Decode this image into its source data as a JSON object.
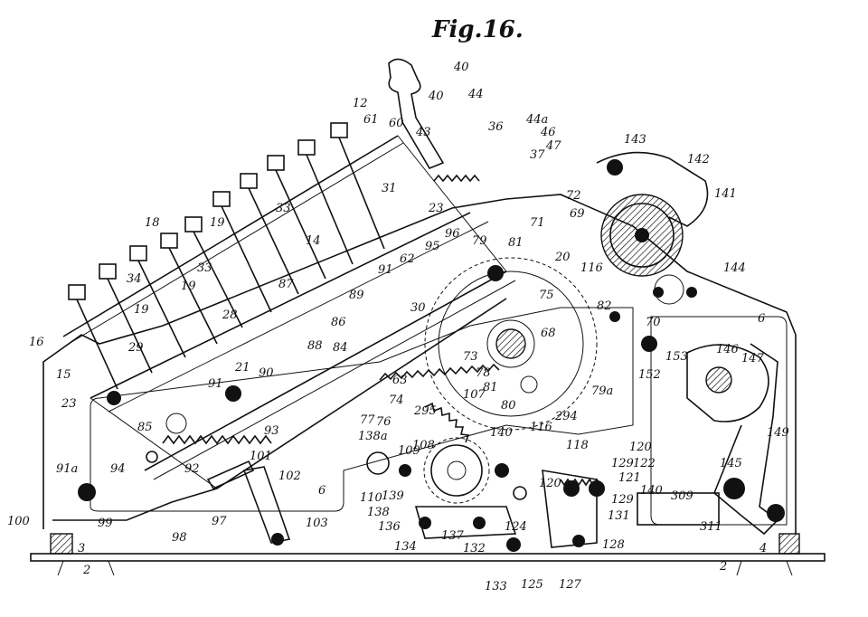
{
  "figure": {
    "title": "Fig.16."
  },
  "reference_numerals": [
    "40",
    "40",
    "44",
    "44a",
    "46",
    "47",
    "36",
    "37",
    "43",
    "12",
    "61",
    "60",
    "143",
    "142",
    "141",
    "18",
    "19",
    "19",
    "33",
    "33",
    "14",
    "34",
    "72",
    "71",
    "69",
    "79",
    "81",
    "20",
    "116",
    "144",
    "62",
    "95",
    "96",
    "23",
    "31",
    "89",
    "91",
    "30",
    "82",
    "75",
    "68",
    "70",
    "153",
    "6",
    "146",
    "147",
    "16",
    "15",
    "29",
    "19",
    "28",
    "21",
    "87",
    "86",
    "88",
    "84",
    "73",
    "78",
    "81",
    "79a",
    "152",
    "149",
    "23",
    "91",
    "90",
    "85",
    "93",
    "77",
    "76",
    "74",
    "63",
    "107",
    "80",
    "294",
    "295",
    "140",
    "116",
    "120",
    "94",
    "92",
    "101",
    "102",
    "108",
    "109",
    "138a",
    "139",
    "110",
    "118",
    "129",
    "122",
    "121",
    "145",
    "91a",
    "97",
    "98",
    "99",
    "100",
    "103",
    "6",
    "138",
    "136",
    "137",
    "134",
    "132",
    "133",
    "125",
    "127",
    "128",
    "131",
    "124",
    "120",
    "129",
    "140",
    "309",
    "311",
    "3",
    "2",
    "2",
    "4"
  ]
}
